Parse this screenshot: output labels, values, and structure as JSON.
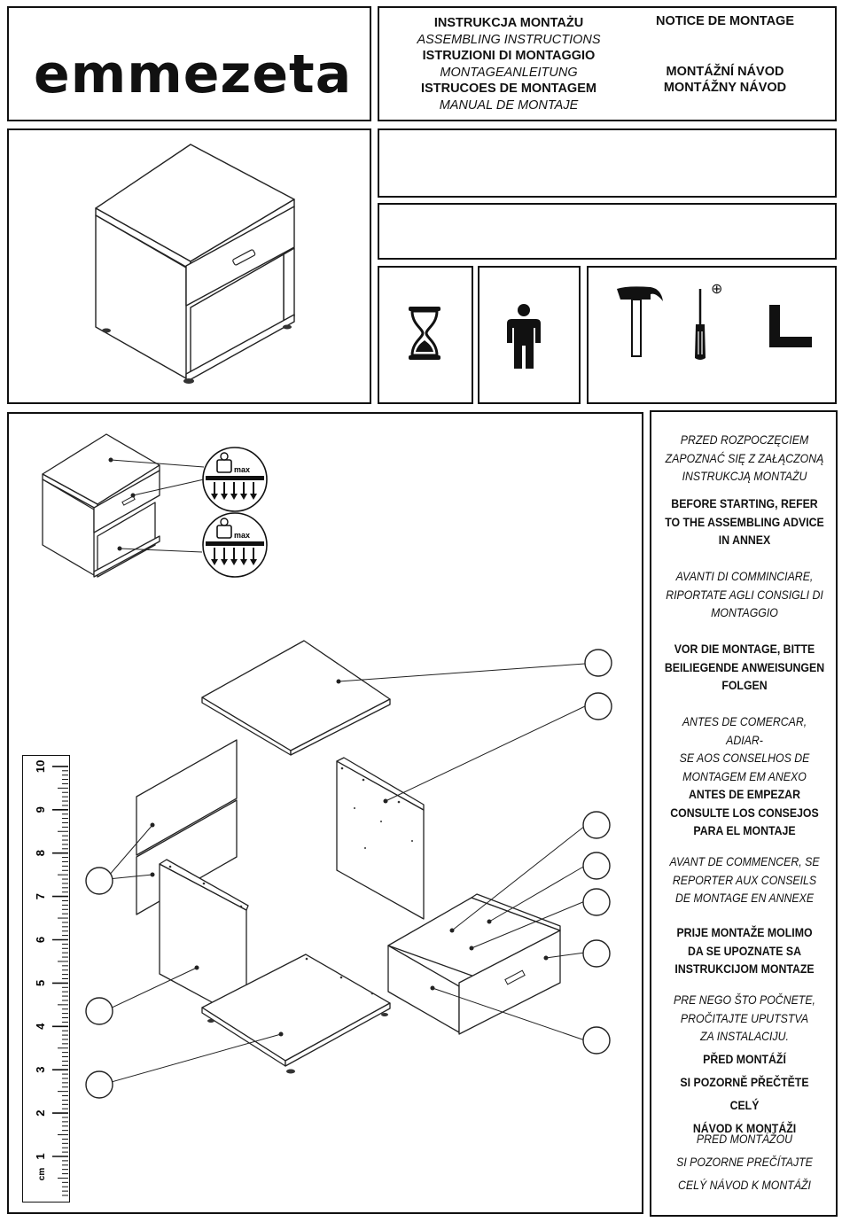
{
  "brand": "emmezeta",
  "header": {
    "col1": [
      {
        "text": "INSTRUKCJA MONTAŻU",
        "style": "b"
      },
      {
        "text": "ASSEMBLING INSTRUCTIONS",
        "style": "i"
      },
      {
        "text": "ISTRUZIONI DI MONTAGGIO",
        "style": "b"
      },
      {
        "text": "MONTAGEANLEITUNG",
        "style": "i"
      },
      {
        "text": "ISTRUCOES DE MONTAGEM",
        "style": "b"
      },
      {
        "text": "MANUAL DE MONTAJE",
        "style": "i"
      }
    ],
    "col2_top": "NOTICE DE MONTAGE",
    "col2_mid1": "MONTÁŽNÍ NÁVOD",
    "col2_mid2": "MONTÁŽNY NÁVOD"
  },
  "icons": {
    "time": "hourglass-icon",
    "persons": "person-icon",
    "tools": [
      "hammer-icon",
      "phillips-screwdriver-icon",
      "allen-key-icon"
    ],
    "phillips_symbol": "⊕",
    "max_label": "max"
  },
  "ruler": {
    "unit": "cm",
    "labels": [
      "1",
      "2",
      "3",
      "4",
      "5",
      "6",
      "7",
      "8",
      "9",
      "10"
    ]
  },
  "instructions": [
    {
      "style": "i",
      "lines": [
        "PRZED ROZPOCZĘCIEM",
        "ZAPOZNAĆ SIĘ Z ZAŁĄCZONĄ",
        "INSTRUKCJĄ MONTAŻU"
      ]
    },
    {
      "style": "b",
      "lines": [
        "BEFORE STARTING, REFER",
        "TO THE ASSEMBLING ADVICE",
        "IN ANNEX"
      ]
    },
    {
      "style": "i",
      "lines": [
        "AVANTI DI COMMINCIARE,",
        "RIPORTATE AGLI CONSIGLI DI",
        "MONTAGGIO"
      ]
    },
    {
      "style": "b",
      "lines": [
        "VOR DIE MONTAGE, BITTE",
        "BEILIEGENDE ANWEISUNGEN",
        "FOLGEN"
      ]
    },
    {
      "style": "i",
      "lines": [
        "ANTES DE COMERCAR, ADIAR-",
        "SE AOS CONSELHOS DE",
        "MONTAGEM EM ANEXO"
      ]
    },
    {
      "style": "b",
      "lines": [
        "ANTES DE EMPEZAR",
        "CONSULTE LOS CONSEJOS",
        "PARA EL MONTAJE"
      ]
    },
    {
      "style": "i",
      "lines": [
        "AVANT DE COMMENCER, SE",
        "REPORTER AUX CONSEILS",
        "DE MONTAGE EN ANNEXE"
      ]
    },
    {
      "style": "b",
      "lines": [
        "PRIJE MONTAŽE MOLIMO",
        "DA SE UPOZNATE SA",
        "INSTRUKCIJOM MONTAZE"
      ]
    },
    {
      "style": "i",
      "lines": [
        "PRE NEGO ŠTO POČNETE,",
        "PROČITAJTE UPUTSTVA",
        "ZA INSTALACIJU."
      ]
    },
    {
      "style": "b",
      "lines": [
        "PŘED MONTÁŽÍ",
        "SI POZORNĚ PŘEČTĚTE CELÝ",
        "NÁVOD K MONTÁŽI"
      ]
    },
    {
      "style": "i",
      "lines": [
        "PRED MONTÁŽOU",
        "SI POZORNE PREČÍTAJTE",
        "CELÝ NÁVOD K MONTÁŽI"
      ]
    }
  ]
}
